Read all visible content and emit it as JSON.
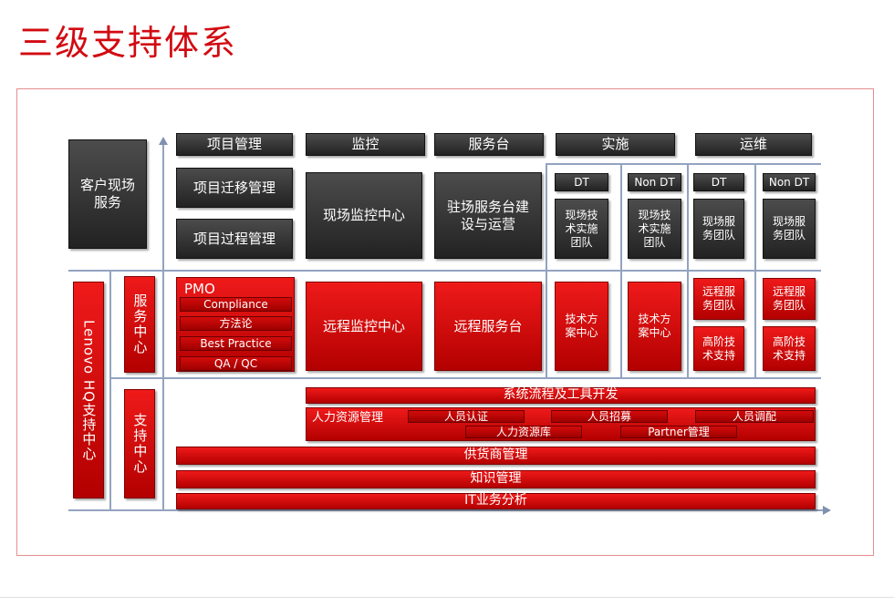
{
  "page": {
    "title": "三级支持体系"
  },
  "left": {
    "onsite_service": "客户现场服务",
    "hq_center": "Lenovo HQ支持中心",
    "service_center": "服务中心",
    "support_center": "支持中心"
  },
  "columns": {
    "project_mgmt": {
      "header": "项目管理",
      "migration": "项目迁移管理",
      "process": "项目过程管理",
      "pmo": {
        "title": "PMO",
        "items": [
          "Compliance",
          "方法论",
          "Best Practice",
          "QA / QC"
        ]
      }
    },
    "monitoring": {
      "header": "监控",
      "onsite": "现场监控中心",
      "remote": "远程监控中心"
    },
    "service_desk": {
      "header": "服务台",
      "onsite": "驻场服务台建设与运营",
      "remote": "远程服务台"
    },
    "implementation": {
      "header": "实施",
      "dt": "DT",
      "non_dt": "Non DT",
      "team_dt": "现场技术实施团队",
      "team_nondt": "现场技术实施团队",
      "solution_dt": "技术方案中心",
      "solution_nondt": "技术方案中心"
    },
    "operations": {
      "header": "运维",
      "dt": "DT",
      "non_dt": "Non DT",
      "team_dt": "现场服务团队",
      "team_nondt": "现场服务团队",
      "remote_dt": "远程服务团队",
      "remote_nondt": "远程服务团队",
      "advanced_dt": "高阶技术支持",
      "advanced_nondt": "高阶技术支持"
    }
  },
  "bottom": {
    "system_tools": "系统流程及工具开发",
    "hr": {
      "title": "人力资源管理",
      "items": [
        "人员认证",
        "人员招募",
        "人员调配",
        "人力资源库",
        "Partner管理"
      ]
    },
    "supplier": "供货商管理",
    "knowledge": "知识管理",
    "it_analysis": "IT业务分析"
  }
}
